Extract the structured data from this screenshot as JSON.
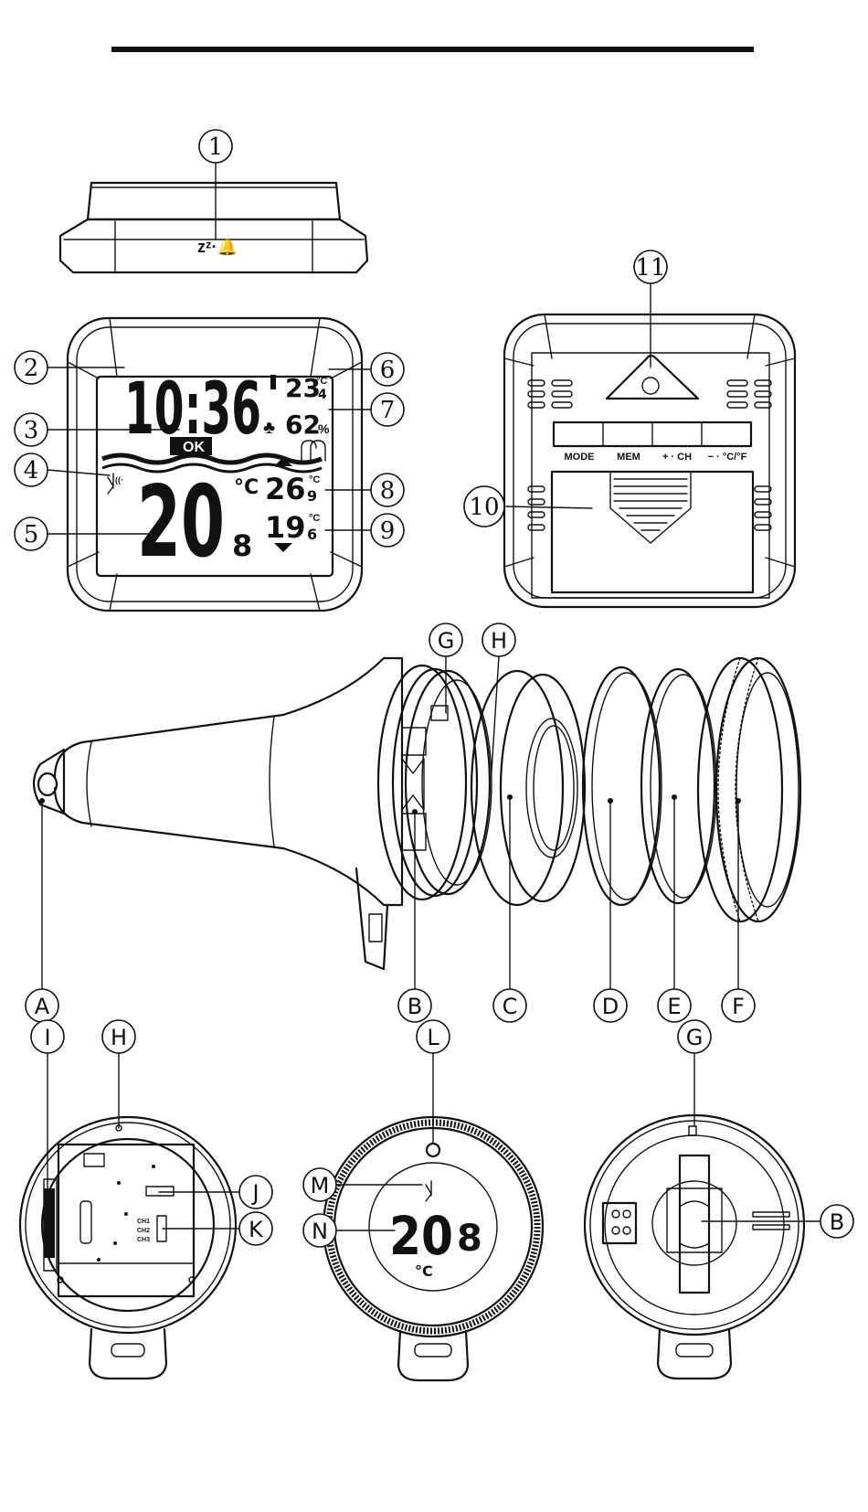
{
  "top_view": {
    "alarm_symbol": "zᶻ·🔔"
  },
  "front_display": {
    "time": "10:36",
    "indoor_temp_main": "23",
    "indoor_temp_decimal": "4",
    "indoor_temp_unit": "°C",
    "humidity": "62",
    "humidity_unit": "%",
    "signal_ok": "OK",
    "pool_temp_main": "20",
    "pool_temp_decimal": "8",
    "pool_temp_unit": "°C",
    "max_temp_main": "26",
    "max_temp_decimal": "9",
    "max_temp_unit": "°C",
    "min_temp_main": "19",
    "min_temp_decimal": "6",
    "min_temp_unit": "°C"
  },
  "back_buttons": [
    "MODE",
    "MEM",
    "+ · CH",
    "− · °C/°F"
  ],
  "sensor_display": {
    "temp_main": "20",
    "temp_decimal": "8",
    "unit": "°C"
  },
  "pcb_labels": {
    "ch1": "CH1",
    "ch2": "CH2",
    "ch3": "CH3"
  },
  "callouts_numbers": [
    "1",
    "2",
    "3",
    "4",
    "5",
    "6",
    "7",
    "8",
    "9",
    "10",
    "11"
  ],
  "callouts_letters": [
    "A",
    "B",
    "C",
    "D",
    "E",
    "F",
    "G",
    "H",
    "I",
    "J",
    "K",
    "L",
    "M",
    "N"
  ]
}
